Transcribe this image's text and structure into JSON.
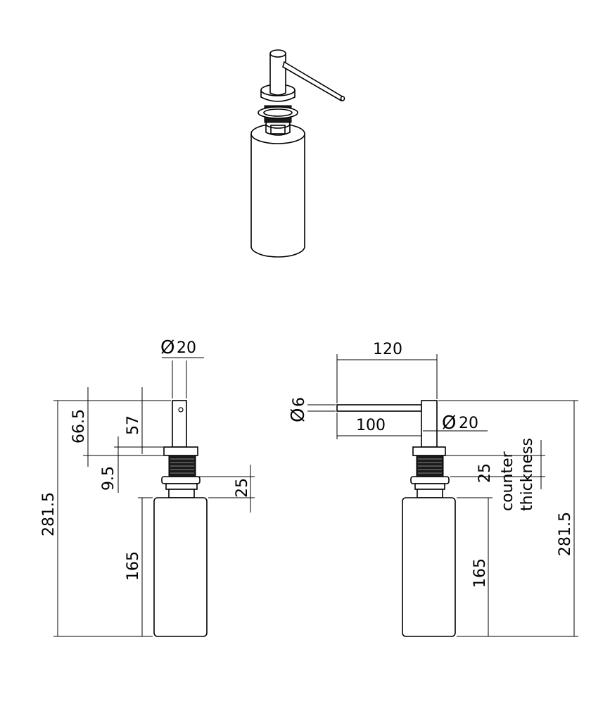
{
  "side_view": {
    "diameter_symbol": "Ø",
    "diameter": "20",
    "height_1": "66.5",
    "height_2": "57",
    "flange": "9.5",
    "thread": "25",
    "bottle": "165",
    "overall": "281.5"
  },
  "front_view": {
    "width": "120",
    "spout_diameter_symbol": "Ø",
    "spout_diameter": "6",
    "spout_length": "100",
    "diameter_symbol": "Ø",
    "diameter": "20",
    "counter_label": "counter",
    "thickness_label": "thickness",
    "thread": "25",
    "bottle": "165",
    "overall": "281.5"
  },
  "colors": {
    "line": "#000000",
    "background": "#ffffff",
    "thread_fill": "#1a1a1a"
  }
}
